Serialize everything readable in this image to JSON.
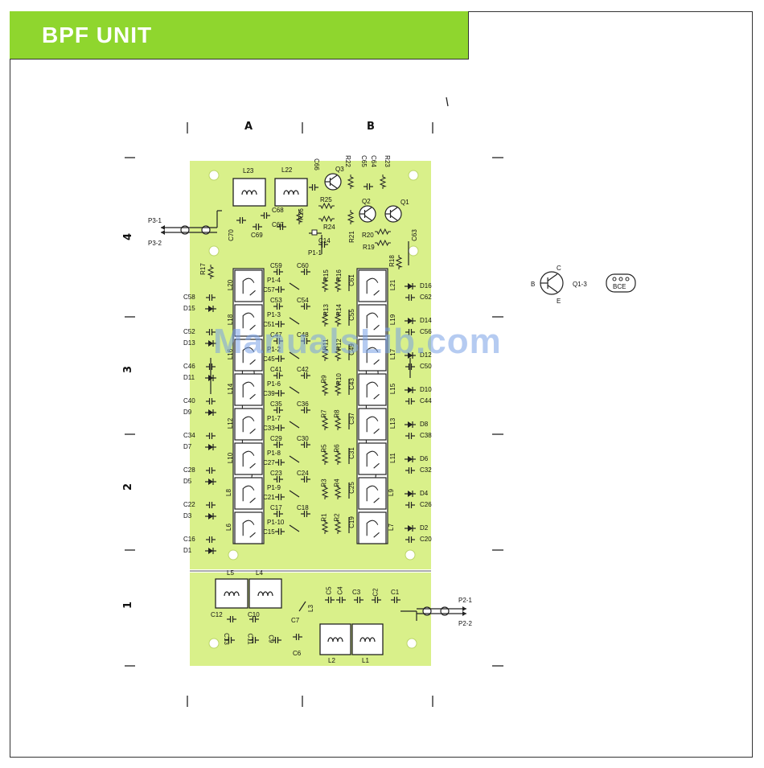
{
  "title": "BPF UNIT",
  "columns": [
    "A",
    "B"
  ],
  "rows": [
    "4",
    "3",
    "2",
    "1"
  ],
  "colors": {
    "title_bg": "#8fd62e",
    "board": "#d9f08a",
    "line": "#222222"
  },
  "watermark": "ManualsLib.com",
  "transistor_legend": {
    "ref": "Q1-3",
    "pins": [
      "B",
      "C",
      "E"
    ],
    "package_text": "BCE"
  },
  "connectors": {
    "p3_1": "P3-1",
    "p3_2": "P3-2",
    "p2_1": "P2-1",
    "p2_2": "P2-2",
    "p1_1": "P1-1"
  },
  "top_section": {
    "coils": [
      "L23",
      "L22"
    ],
    "labels": [
      "C66",
      "R22",
      "C65",
      "C64",
      "R23",
      "Q3",
      "Q2",
      "Q1",
      "R25",
      "R26",
      "R24",
      "R21",
      "R20",
      "R19",
      "C68",
      "C67",
      "C69",
      "C70",
      "C14",
      "C63",
      "R18",
      "R17"
    ]
  },
  "left_parts": [
    "C58",
    "D15",
    "C52",
    "D13",
    "C46",
    "D11",
    "C40",
    "D9",
    "C34",
    "D7",
    "C28",
    "D5",
    "C22",
    "D3",
    "C16",
    "D1"
  ],
  "left_coils": [
    "L20",
    "L18",
    "L16",
    "L14",
    "L12",
    "L10",
    "L8",
    "L6"
  ],
  "right_parts": [
    "D16",
    "C62",
    "D14",
    "C56",
    "D12",
    "C50",
    "D10",
    "C44",
    "D8",
    "C38",
    "D6",
    "C32",
    "D4",
    "C26",
    "D2",
    "C20"
  ],
  "right_coils": [
    "L21",
    "L19",
    "L17",
    "L15",
    "L13",
    "L11",
    "L9",
    "L7"
  ],
  "mid_rows": [
    {
      "cap_a": "C59",
      "cap_b": "C60",
      "pin": "P1-4",
      "cap_c": "C57",
      "r_a": "R15",
      "r_b": "R16",
      "cap_d": "C61"
    },
    {
      "cap_a": "C53",
      "cap_b": "C54",
      "pin": "P1-3",
      "cap_c": "C51",
      "r_a": "R13",
      "r_b": "R14",
      "cap_d": "C55"
    },
    {
      "cap_a": "C47",
      "cap_b": "C48",
      "pin": "P1-2",
      "cap_c": "C45",
      "r_a": "R11",
      "r_b": "R12",
      "cap_d": "C49"
    },
    {
      "cap_a": "C41",
      "cap_b": "C42",
      "pin": "P1-6",
      "cap_c": "C39",
      "r_a": "R9",
      "r_b": "R10",
      "cap_d": "C43"
    },
    {
      "cap_a": "C35",
      "cap_b": "C36",
      "pin": "P1-7",
      "cap_c": "C33",
      "r_a": "R7",
      "r_b": "R8",
      "cap_d": "C37"
    },
    {
      "cap_a": "C29",
      "cap_b": "C30",
      "pin": "P1-8",
      "cap_c": "C27",
      "r_a": "R5",
      "r_b": "R6",
      "cap_d": "C31"
    },
    {
      "cap_a": "C23",
      "cap_b": "C24",
      "pin": "P1-9",
      "cap_c": "C21",
      "r_a": "R3",
      "r_b": "R4",
      "cap_d": "C25"
    },
    {
      "cap_a": "C17",
      "cap_b": "C18",
      "pin": "P1-10",
      "cap_c": "C15",
      "r_a": "R1",
      "r_b": "R2",
      "cap_d": "C19"
    }
  ],
  "bottom_section": {
    "coils_left": [
      "L5",
      "L4"
    ],
    "coils_right": [
      "L2",
      "L1"
    ],
    "labels": [
      "C5",
      "C4",
      "C3",
      "C2",
      "C1",
      "L3",
      "C7",
      "C6",
      "C12",
      "C10",
      "C13",
      "C11",
      "C9"
    ]
  }
}
